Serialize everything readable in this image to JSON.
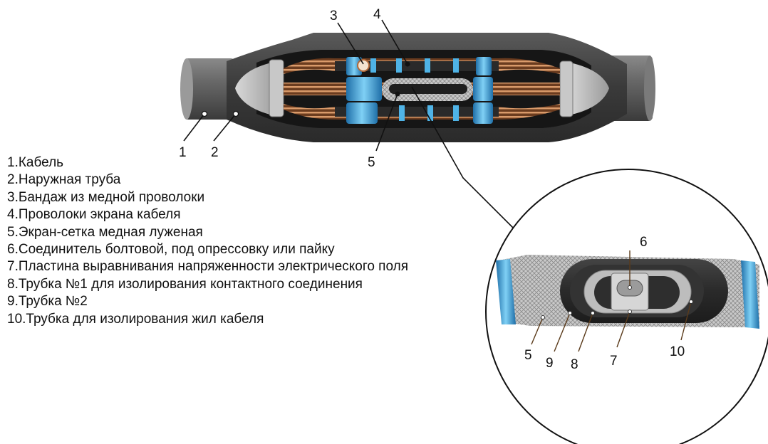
{
  "legend": [
    "1.Кабель",
    "2.Наружная труба",
    "3.Бандаж из медной проволоки",
    "4.Проволоки экрана кабеля",
    "5.Экран-сетка медная луженая",
    "6.Соединитель болтовой, под опрессовку или пайку",
    "7.Пластина выравнивания напряженности электрического поля",
    "8.Трубка №1 для изолирования контактного соединения",
    "9.Трубка №2",
    "10.Трубка для изолирования жил кабеля"
  ],
  "callouts": {
    "c1": "1",
    "c2": "2",
    "c3": "3",
    "c4": "4",
    "c5_main": "5",
    "c5_detail": "5",
    "c6": "6",
    "c7": "7",
    "c8": "8",
    "c9": "9",
    "c10": "10"
  },
  "colors": {
    "sleeve_dark": "#3a3a3a",
    "cable_gray": "#6f6f6f",
    "copper": "#b36a3a",
    "blue_band": "#3aa3dc",
    "mesh_gray": "#b5b5b5"
  }
}
